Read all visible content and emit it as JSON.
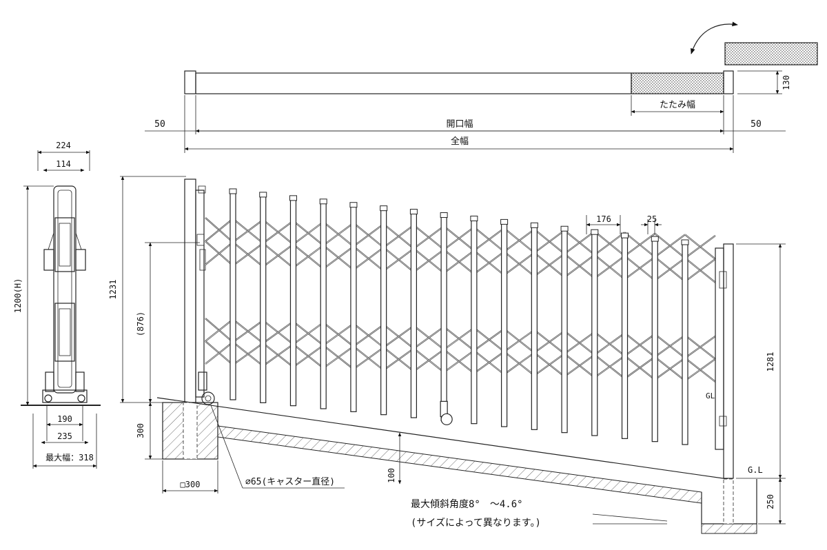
{
  "plan": {
    "depth": "130",
    "fold_width": "たたみ幅",
    "opening_width": "開口幅",
    "total_width": "全幅",
    "end_left": "50",
    "end_right": "50"
  },
  "side": {
    "top_width": "224",
    "inner_width": "114",
    "height": "1200(H)",
    "base1": "190",
    "base2": "235",
    "max_width": "最大幅：318"
  },
  "elevation": {
    "post_height": "1231",
    "upper_height": "(876)",
    "foot_height": "300",
    "right_post_height": "1281",
    "pitch": "176",
    "bar_width": "25",
    "gl_tag": "GL",
    "gl_label": "G.L",
    "right_foot": "250",
    "slope_depth": "100",
    "footing": "□300",
    "caster": "∅65(キャスター直径)",
    "slope_line1": "最大傾斜角度8°　～4.6°",
    "slope_line2": "(サイズによって異なります。)"
  }
}
